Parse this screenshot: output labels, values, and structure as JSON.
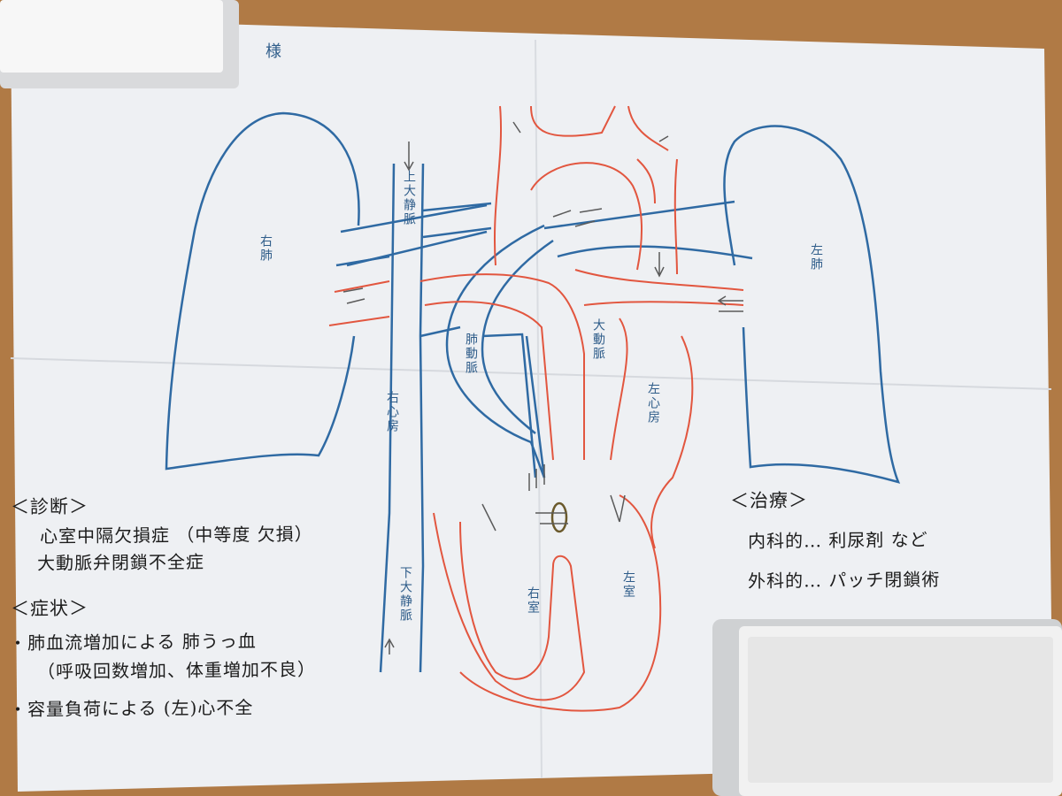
{
  "sheet": {
    "corner_tab": "様"
  },
  "labels": {
    "right_lung": "右肺",
    "left_lung": "左肺",
    "superior_vena_cava": "上大静脈",
    "inferior_vena_cava": "下大静脈",
    "right_atrium": "右心房",
    "left_atrium": "左心房",
    "pulmonary_artery": "肺動脈",
    "aorta": "大動脈",
    "right_ventricle": "右室",
    "left_ventricle": "左室"
  },
  "diagnosis": {
    "heading": "＜診断＞",
    "lines": [
      "心室中隔欠損症 （中等度 欠損）",
      "大動脈弁閉鎖不全症"
    ]
  },
  "symptoms": {
    "heading": "＜症状＞",
    "lines": [
      "・肺血流増加による 肺うっ血",
      "（呼吸回数増加、体重増加不良）",
      "・容量負荷による (左)心不全"
    ]
  },
  "treatment": {
    "heading": "＜治療＞",
    "lines": [
      "内科的… 利尿剤 など",
      "外科的… パッチ閉鎖術"
    ]
  },
  "colors": {
    "table": "#b07a45",
    "paper": "#eef0f3",
    "venous_blue": "#2f6aa3",
    "arterial_red": "#e2563f",
    "ink": "#1c1c1c"
  }
}
